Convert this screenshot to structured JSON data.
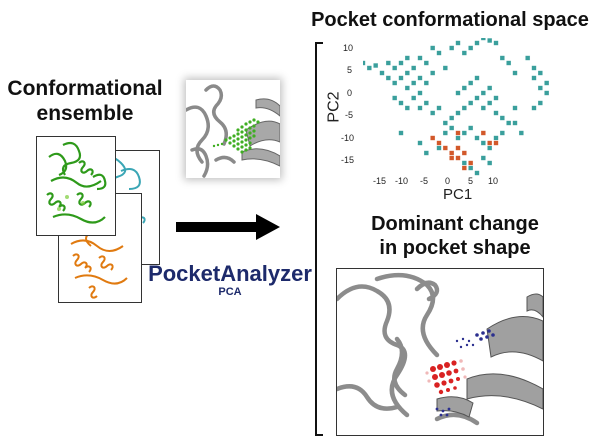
{
  "left": {
    "title_line1": "Conformational",
    "title_line2": "ensemble",
    "structures": [
      {
        "name": "green-structure",
        "color": "#2e9a1a"
      },
      {
        "name": "teal-structure",
        "color": "#3aa6b5"
      },
      {
        "name": "orange-structure",
        "color": "#e07a10"
      }
    ]
  },
  "middle": {
    "pocket_image_color": "#3fae22",
    "arrow": "right-arrow",
    "tool_name": "PocketAnalyzer",
    "tool_sub": "PCA",
    "brand_color": "#1d2a6b"
  },
  "right": {
    "top_title": "Pocket conformational space",
    "bottom_title_line1": "Dominant change",
    "bottom_title_line2": "in pocket shape"
  },
  "chart_data": {
    "type": "scatter",
    "title": "Pocket conformational space",
    "xlabel": "PC1",
    "ylabel": "PC2",
    "xlim": [
      -17,
      13
    ],
    "ylim": [
      -17,
      11
    ],
    "x_ticks": [
      "-15",
      "-10",
      "-5",
      "0",
      "5",
      "10"
    ],
    "y_ticks": [
      "10",
      "5",
      "0",
      "-5",
      "-10",
      "-15"
    ],
    "grid": false,
    "legend": "none",
    "series": [
      {
        "name": "ensemble conformations",
        "color": "#3a9f9c",
        "points": [
          [
            -17,
            6
          ],
          [
            -16,
            5
          ],
          [
            -15,
            5.5
          ],
          [
            -14,
            4
          ],
          [
            -13,
            6
          ],
          [
            -13,
            3
          ],
          [
            -12,
            5
          ],
          [
            -12,
            2
          ],
          [
            -11,
            6
          ],
          [
            -11,
            3
          ],
          [
            -10,
            7
          ],
          [
            -10,
            4
          ],
          [
            -10,
            1
          ],
          [
            -9,
            5
          ],
          [
            -9,
            2
          ],
          [
            -8,
            7
          ],
          [
            -8,
            3
          ],
          [
            -8,
            0
          ],
          [
            -7,
            6
          ],
          [
            -7,
            2
          ],
          [
            -6,
            9
          ],
          [
            -6,
            4
          ],
          [
            -5,
            8
          ],
          [
            -4,
            5
          ],
          [
            -3,
            9
          ],
          [
            -2,
            10
          ],
          [
            -1,
            8
          ],
          [
            0,
            9
          ],
          [
            1,
            10
          ],
          [
            2,
            11
          ],
          [
            3,
            10.5
          ],
          [
            4,
            10
          ],
          [
            5,
            7
          ],
          [
            6,
            6
          ],
          [
            7,
            4
          ],
          [
            -12,
            -1
          ],
          [
            -11,
            -2
          ],
          [
            -10,
            -3
          ],
          [
            -9,
            -1
          ],
          [
            -8,
            -3
          ],
          [
            -7,
            -2
          ],
          [
            -6,
            -4
          ],
          [
            -5,
            -3
          ],
          [
            -4,
            -6
          ],
          [
            -3,
            -5
          ],
          [
            -2,
            -4
          ],
          [
            -1,
            -3
          ],
          [
            0,
            -2
          ],
          [
            1,
            -1
          ],
          [
            2,
            -3
          ],
          [
            3,
            -2
          ],
          [
            4,
            -4
          ],
          [
            5,
            -5
          ],
          [
            6,
            -6
          ],
          [
            7,
            -3
          ],
          [
            -2,
            0
          ],
          [
            -1,
            1
          ],
          [
            0,
            2
          ],
          [
            1,
            3
          ],
          [
            2,
            0
          ],
          [
            3,
            1
          ],
          [
            4,
            -1
          ],
          [
            9,
            7
          ],
          [
            10,
            5
          ],
          [
            10,
            3
          ],
          [
            11,
            4
          ],
          [
            11,
            1
          ],
          [
            12,
            2
          ],
          [
            12,
            0
          ],
          [
            11,
            -2
          ],
          [
            10,
            -3
          ],
          [
            -11,
            -8
          ],
          [
            -6,
            -9
          ],
          [
            -5,
            -11
          ],
          [
            -4,
            -8
          ],
          [
            -3,
            -7
          ],
          [
            -2,
            -9
          ],
          [
            -1,
            -8
          ],
          [
            0,
            -7
          ],
          [
            1,
            -9
          ],
          [
            2,
            -10
          ],
          [
            3,
            -11
          ],
          [
            4,
            -9
          ],
          [
            5,
            -8
          ],
          [
            -1,
            -14
          ],
          [
            0,
            -15
          ],
          [
            1,
            -16
          ],
          [
            2,
            -13
          ],
          [
            3,
            -14
          ],
          [
            8,
            -8
          ],
          [
            7,
            -6
          ],
          [
            -8,
            -10
          ],
          [
            -7,
            -12
          ]
        ]
      },
      {
        "name": "selected conformations",
        "color": "#d2582a",
        "points": [
          [
            -6,
            -9
          ],
          [
            -5,
            -10
          ],
          [
            -4,
            -11
          ],
          [
            -3,
            -12
          ],
          [
            -2,
            -11
          ],
          [
            -3,
            -13
          ],
          [
            -2,
            -13
          ],
          [
            -1,
            -12
          ],
          [
            0,
            -14
          ],
          [
            -1,
            -15
          ],
          [
            -2,
            -8
          ],
          [
            2,
            -8
          ],
          [
            3,
            -10
          ],
          [
            4,
            -10
          ]
        ]
      }
    ]
  },
  "bottom_image": {
    "positive_color": "#d92222",
    "negative_color": "#2b2f8f"
  }
}
